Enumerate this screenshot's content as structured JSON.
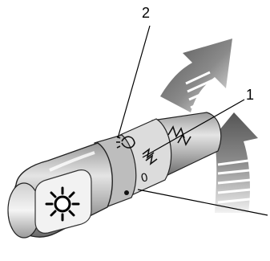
{
  "figure": {
    "subject": "headlamp lever",
    "callouts": [
      {
        "id": "callout-1",
        "label": "1"
      },
      {
        "id": "callout-2",
        "label": "2"
      }
    ],
    "positions": {
      "zero": "0"
    },
    "icons": {
      "tip": "headlamp-sun-icon",
      "ring": "high-beam-indicator-icon",
      "arrows": "direction-arrow-icon"
    },
    "colors": {
      "lever_dark": "#5a5a5a",
      "lever_light": "#d8d8d8",
      "arrow_dark": "#555555",
      "arrow_light": "#e6e6e6",
      "line": "#000000"
    }
  }
}
